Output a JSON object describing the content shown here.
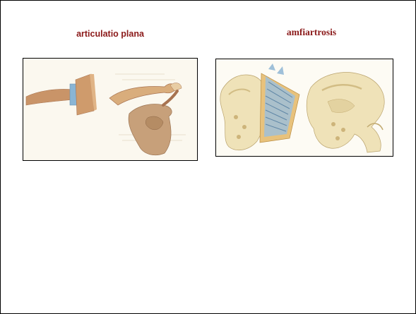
{
  "captions": {
    "left": "articulatio plana",
    "right": "amfiartrosis"
  },
  "figures": {
    "left": {
      "illustration": "plane-joint-clavicle-scapula"
    },
    "right": {
      "illustration": "amphiarthrosis-sacroiliac-pelvis"
    }
  },
  "colors": {
    "caption": "#8b1a1a",
    "bone": "#efe2b8",
    "bone_shadow": "#d2bd85",
    "muscle": "#c99468",
    "cartilage": "#8ab5d4"
  }
}
